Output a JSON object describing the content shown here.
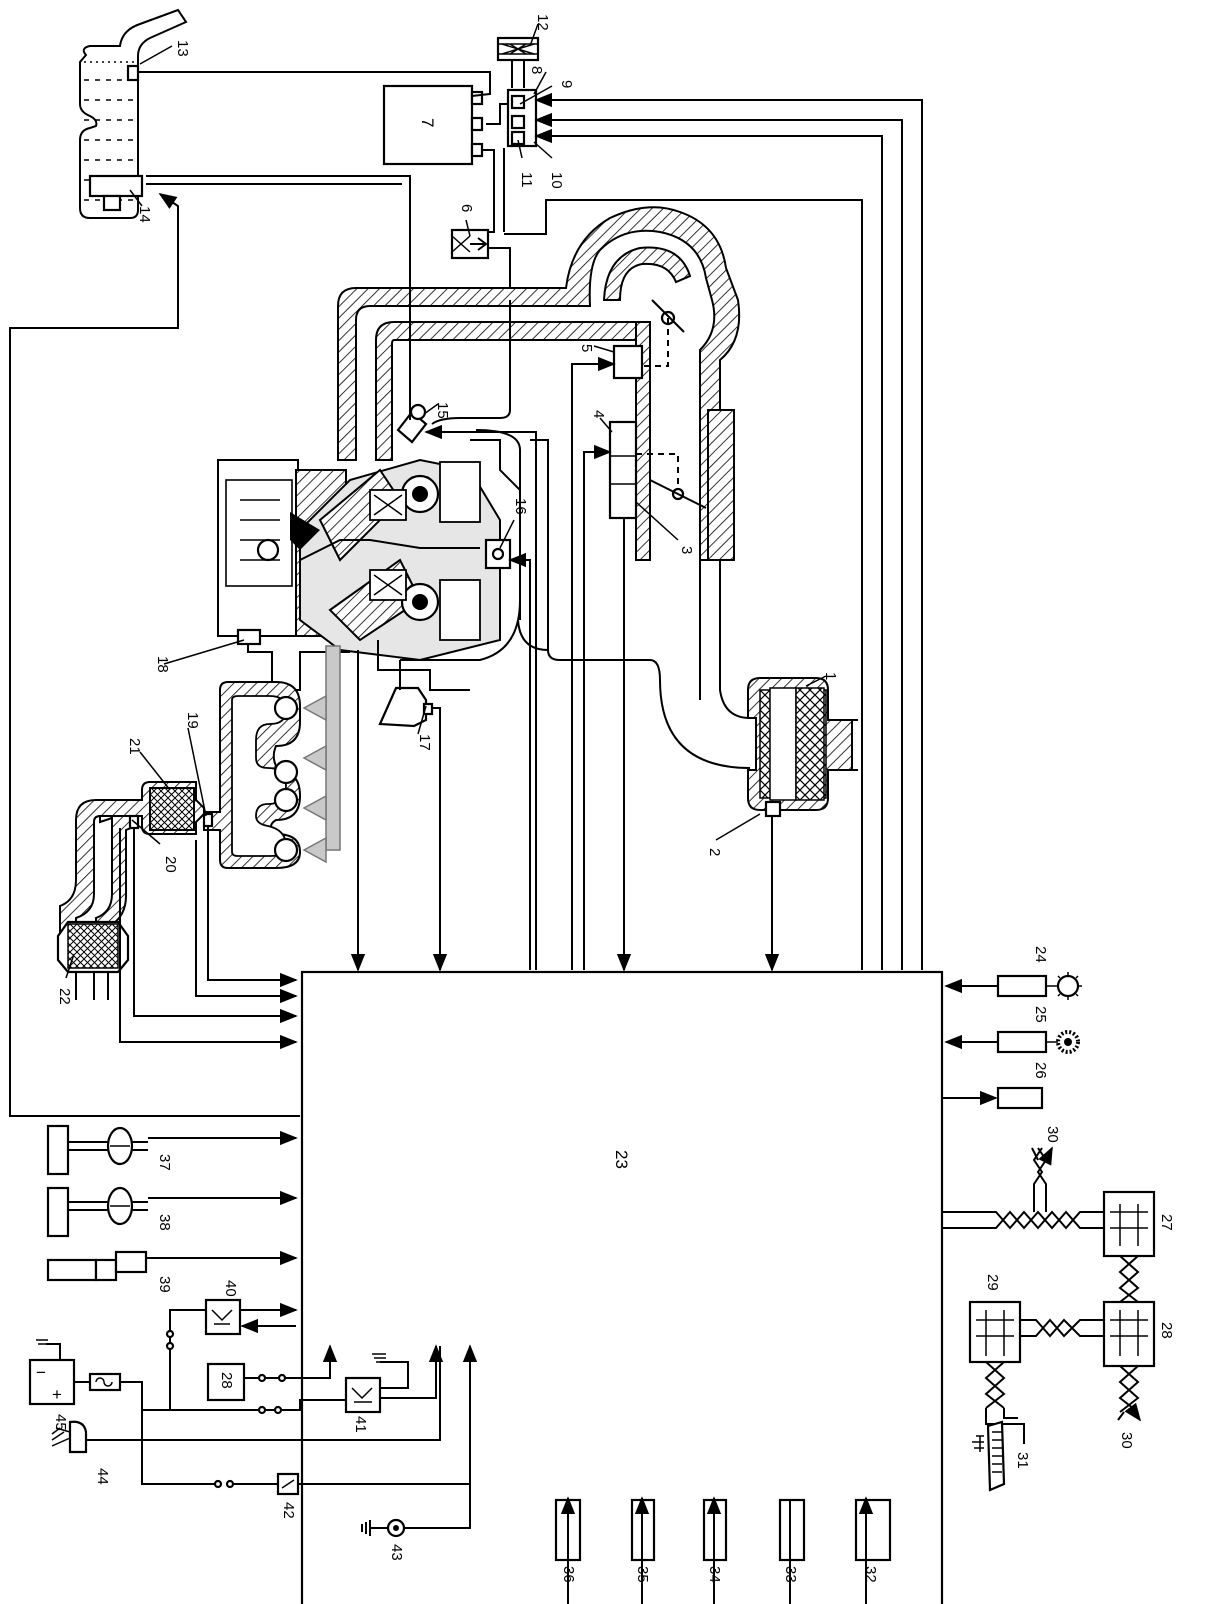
{
  "labels": {
    "l1": "1",
    "l2": "2",
    "l3": "3",
    "l4": "4",
    "l5": "5",
    "l6": "6",
    "l7": "7",
    "l8": "8",
    "l9": "9",
    "l10": "10",
    "l11": "11",
    "l12": "12",
    "l13": "13",
    "l14": "14",
    "l15": "15",
    "l16": "16",
    "l17": "17",
    "l18": "18",
    "l19": "19",
    "l20": "20",
    "l21": "21",
    "l22": "22",
    "l23": "23",
    "l24": "24",
    "l25": "25",
    "l26": "26",
    "l27": "27",
    "l28": "28",
    "l28b": "28",
    "l29": "29",
    "l30a": "30",
    "l30b": "30",
    "l31": "31",
    "l32": "32",
    "l33": "33",
    "l34": "34",
    "l35": "35",
    "l36": "36",
    "l37": "37",
    "l38": "38",
    "l39": "39",
    "l40": "40",
    "l41": "41",
    "l42": "42",
    "l43": "43",
    "l44": "44",
    "l45": "45"
  },
  "battery": {
    "minus": "−",
    "plus": "+"
  }
}
